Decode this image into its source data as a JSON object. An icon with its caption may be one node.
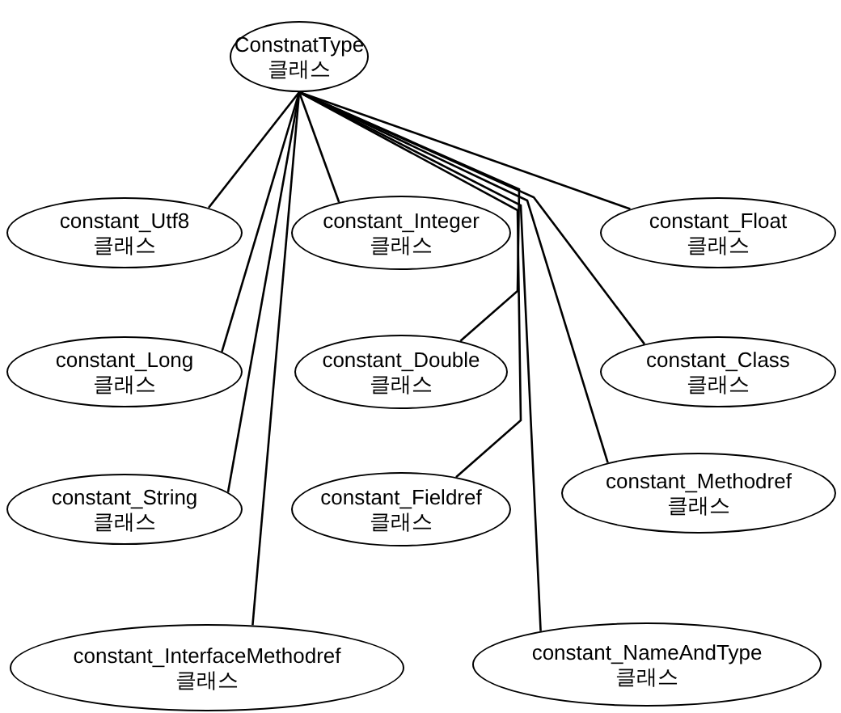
{
  "diagram": {
    "nodes": [
      {
        "text": [
          "ConstnatType",
          "클래스"
        ]
      },
      {
        "text": [
          "constant_Utf8",
          "클래스"
        ]
      },
      {
        "text": [
          "constant_Integer",
          "클래스"
        ]
      },
      {
        "text": [
          "constant_Float",
          "클래스"
        ]
      },
      {
        "text": [
          "constant_Long",
          "클래스"
        ]
      },
      {
        "text": [
          "constant_Double",
          "클래스"
        ]
      },
      {
        "text": [
          "constant_Class",
          "클래스"
        ]
      },
      {
        "text": [
          "constant_String",
          "클래스"
        ]
      },
      {
        "text": [
          "constant_Fieldref",
          "클래스"
        ]
      },
      {
        "text": [
          "constant_Methodref",
          "클래스"
        ]
      },
      {
        "text": [
          "constant_InterfaceMethodref",
          "클래스"
        ]
      },
      {
        "text": [
          "constant_NameAndType",
          "클래스"
        ]
      }
    ],
    "edges": [
      {
        "from": 0,
        "to": 1,
        "arrow": "none"
      },
      {
        "from": 0,
        "to": 2,
        "arrow": "none"
      },
      {
        "from": 0,
        "to": 3,
        "arrow": "none"
      },
      {
        "from": 0,
        "to": 4,
        "arrow": "none"
      },
      {
        "from": 0,
        "to": 5,
        "arrow": "none"
      },
      {
        "from": 0,
        "to": 6,
        "arrow": "none"
      },
      {
        "from": 0,
        "to": 7,
        "arrow": "none"
      },
      {
        "from": 0,
        "to": 8,
        "arrow": "none"
      },
      {
        "from": 0,
        "to": 9,
        "arrow": "none"
      },
      {
        "from": 0,
        "to": 10,
        "arrow": "none"
      },
      {
        "from": 0,
        "to": 11,
        "arrow": "none"
      }
    ]
  }
}
